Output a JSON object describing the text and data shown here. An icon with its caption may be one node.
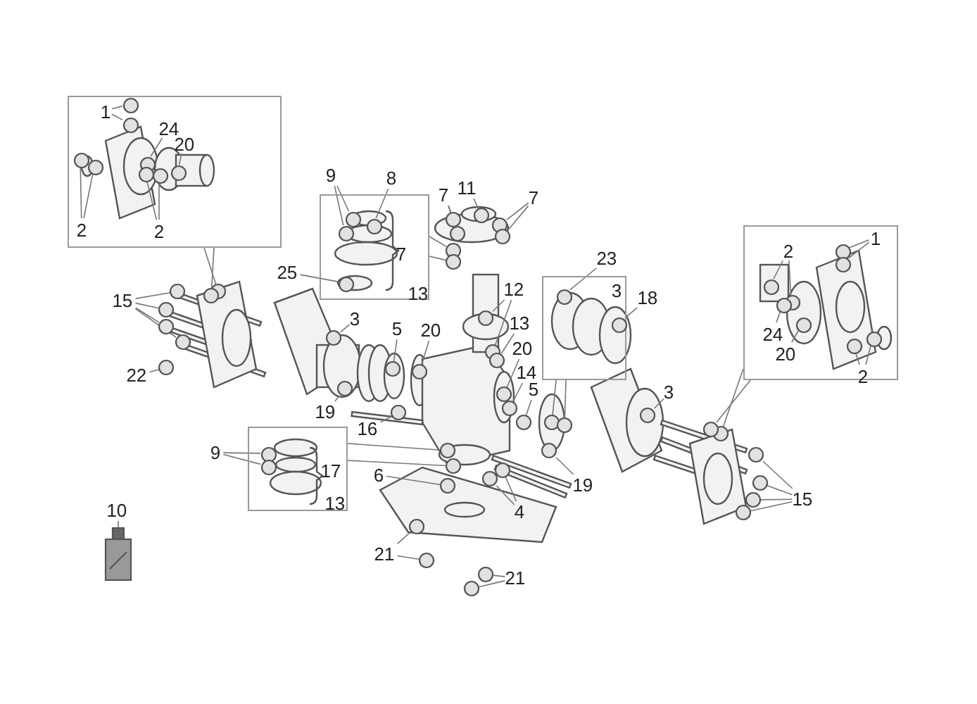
{
  "diagram": {
    "nodes": [
      {
        "text": [],
        "shape": "box"
      },
      {
        "text": [
          "1"
        ],
        "in": 0
      },
      {
        "text": [
          "24"
        ],
        "in": 0
      },
      {
        "text": [
          "20"
        ],
        "in": 0
      },
      {
        "text": [
          "2"
        ],
        "in": 0
      },
      {
        "text": [
          "2"
        ],
        "in": 0
      },
      {
        "text": [
          "9"
        ]
      },
      {
        "text": [
          "8"
        ]
      },
      {
        "text": [
          "13"
        ]
      },
      {
        "text": [
          "25"
        ]
      },
      {
        "text": [
          "7"
        ]
      },
      {
        "text": [
          "11"
        ]
      },
      {
        "text": [
          "7"
        ]
      },
      {
        "text": [],
        "shape": "box"
      },
      {
        "text": [
          "1"
        ],
        "in": 13
      },
      {
        "text": [
          "2"
        ],
        "in": 13
      },
      {
        "text": [
          "24"
        ],
        "in": 13
      },
      {
        "text": [
          "20"
        ],
        "in": 13
      },
      {
        "text": [
          "2"
        ],
        "in": 13
      },
      {
        "text": [
          "23"
        ]
      },
      {
        "text": [
          "3"
        ]
      },
      {
        "text": [
          "18"
        ]
      },
      {
        "text": [
          "15"
        ]
      },
      {
        "text": [
          "12"
        ]
      },
      {
        "text": [
          "13"
        ]
      },
      {
        "text": [
          "3"
        ]
      },
      {
        "text": [
          "5"
        ]
      },
      {
        "text": [
          "20"
        ]
      },
      {
        "text": [
          "20"
        ]
      },
      {
        "text": [
          "22"
        ]
      },
      {
        "text": [
          "14"
        ]
      },
      {
        "text": [
          "5"
        ]
      },
      {
        "text": [
          "3"
        ]
      },
      {
        "text": [
          "19"
        ]
      },
      {
        "text": [
          "16"
        ]
      },
      {
        "text": [
          "13"
        ]
      },
      {
        "text": [
          "9"
        ]
      },
      {
        "text": [
          "6"
        ]
      },
      {
        "text": [
          "15"
        ]
      },
      {
        "text": [
          "19"
        ]
      },
      {
        "text": [
          "4"
        ]
      },
      {
        "text": [
          "10"
        ]
      },
      {
        "text": [
          "21"
        ]
      },
      {
        "text": [
          "21"
        ]
      },
      {
        "text": [],
        "shape": "circle",
        "in": 0
      },
      {
        "text": [],
        "shape": "circle",
        "in": 0
      },
      {
        "text": [],
        "shape": "circle",
        "in": 0
      },
      {
        "text": [],
        "shape": "circle",
        "in": 0
      },
      {
        "text": [],
        "shape": "circle",
        "in": 0
      },
      {
        "text": [],
        "shape": "circle",
        "in": 0
      },
      {
        "text": [],
        "shape": "circle",
        "in": 0
      },
      {
        "text": [],
        "shape": "circle",
        "in": 0
      },
      {
        "text": [],
        "shape": "circle"
      },
      {
        "text": [],
        "shape": "circle"
      },
      {
        "text": [],
        "shape": "circle",
        "in": 8
      },
      {
        "text": [],
        "shape": "circle",
        "in": 8
      },
      {
        "text": [],
        "shape": "circle",
        "in": 8
      },
      {
        "text": [],
        "shape": "circle"
      },
      {
        "text": [],
        "shape": "circle"
      },
      {
        "text": [],
        "shape": "circle",
        "in": 8
      },
      {
        "text": [],
        "shape": "circle"
      },
      {
        "text": [],
        "shape": "circle"
      },
      {
        "text": [],
        "shape": "circle"
      },
      {
        "text": [],
        "shape": "circle"
      },
      {
        "text": [],
        "shape": "circle"
      },
      {
        "text": [],
        "shape": "circle"
      },
      {
        "text": [],
        "shape": "circle"
      },
      {
        "text": [],
        "shape": "circle",
        "in": 13
      },
      {
        "text": [],
        "shape": "circle",
        "in": 13
      },
      {
        "text": [],
        "shape": "circle",
        "in": 13
      },
      {
        "text": [],
        "shape": "circle",
        "in": 13
      },
      {
        "text": [],
        "shape": "circle",
        "in": 13
      },
      {
        "text": [],
        "shape": "circle",
        "in": 13
      },
      {
        "text": [],
        "shape": "circle",
        "in": 13
      },
      {
        "text": [],
        "shape": "circle",
        "in": 13
      },
      {
        "text": [],
        "shape": "circle",
        "in": 20
      },
      {
        "text": [],
        "shape": "circle"
      },
      {
        "text": [],
        "shape": "circle"
      },
      {
        "text": [],
        "shape": "circle",
        "in": 20
      },
      {
        "text": [],
        "shape": "circle"
      },
      {
        "text": [],
        "shape": "circle"
      },
      {
        "text": [],
        "shape": "circle"
      },
      {
        "text": [],
        "shape": "circle"
      },
      {
        "text": [],
        "shape": "circle"
      },
      {
        "text": [],
        "shape": "circle"
      },
      {
        "text": [],
        "shape": "circle"
      },
      {
        "text": [],
        "shape": "circle"
      },
      {
        "text": [],
        "shape": "circle"
      },
      {
        "text": [],
        "shape": "circle"
      },
      {
        "text": [],
        "shape": "circle"
      },
      {
        "text": [],
        "shape": "circle"
      },
      {
        "text": [],
        "shape": "circle"
      },
      {
        "text": [],
        "shape": "circle"
      },
      {
        "text": [],
        "shape": "circle"
      },
      {
        "text": [],
        "shape": "circle"
      },
      {
        "text": [],
        "shape": "circle"
      },
      {
        "text": [],
        "shape": "circle"
      },
      {
        "text": [],
        "shape": "circle"
      },
      {
        "text": [],
        "shape": "circle",
        "in": 35
      },
      {
        "text": [],
        "shape": "circle",
        "in": 35
      },
      {
        "text": [],
        "shape": "circle"
      },
      {
        "text": [],
        "shape": "circle"
      },
      {
        "text": [],
        "shape": "circle"
      },
      {
        "text": [],
        "shape": "circle"
      },
      {
        "text": [],
        "shape": "circle"
      },
      {
        "text": [],
        "shape": "circle"
      },
      {
        "text": [],
        "shape": "circle"
      },
      {
        "text": [],
        "shape": "circle"
      },
      {
        "text": [],
        "shape": "bottle"
      },
      {
        "text": [],
        "shape": "circle"
      },
      {
        "text": [],
        "shape": "circle"
      },
      {
        "text": [],
        "shape": "circle"
      },
      {
        "text": [],
        "shape": "circle"
      }
    ],
    "edges": [
      {
        "from": 1,
        "to": 44,
        "arrow": "none"
      },
      {
        "from": 1,
        "to": 45,
        "arrow": "none"
      },
      {
        "from": 2,
        "to": 46,
        "arrow": "none"
      },
      {
        "from": 3,
        "to": 47,
        "arrow": "none"
      },
      {
        "from": 4,
        "to": 48,
        "arrow": "none"
      },
      {
        "from": 4,
        "to": 49,
        "arrow": "none"
      },
      {
        "from": 5,
        "to": 50,
        "arrow": "none"
      },
      {
        "from": 5,
        "to": 51,
        "arrow": "none"
      },
      {
        "from": 0,
        "to": 52,
        "arrow": "none"
      },
      {
        "from": 0,
        "to": 53,
        "arrow": "none"
      },
      {
        "from": 6,
        "to": 54,
        "arrow": "none"
      },
      {
        "from": 6,
        "to": 55,
        "arrow": "none"
      },
      {
        "from": 7,
        "to": 56,
        "arrow": "none"
      },
      {
        "from": 8,
        "to": 57,
        "arrow": "none"
      },
      {
        "from": 8,
        "to": 58,
        "arrow": "none"
      },
      {
        "from": 9,
        "to": 59,
        "arrow": "none"
      },
      {
        "from": 10,
        "to": 60,
        "arrow": "none"
      },
      {
        "from": 10,
        "to": 61,
        "arrow": "none"
      },
      {
        "from": 11,
        "to": 62,
        "arrow": "none"
      },
      {
        "from": 12,
        "to": 63,
        "arrow": "none"
      },
      {
        "from": 12,
        "to": 64,
        "arrow": "none"
      },
      {
        "from": 13,
        "to": 65,
        "arrow": "none"
      },
      {
        "from": 13,
        "to": 66,
        "arrow": "none"
      },
      {
        "from": 14,
        "to": 67,
        "arrow": "none"
      },
      {
        "from": 14,
        "to": 68,
        "arrow": "none"
      },
      {
        "from": 15,
        "to": 69,
        "arrow": "none"
      },
      {
        "from": 15,
        "to": 70,
        "arrow": "none"
      },
      {
        "from": 16,
        "to": 71,
        "arrow": "none"
      },
      {
        "from": 17,
        "to": 72,
        "arrow": "none"
      },
      {
        "from": 18,
        "to": 73,
        "arrow": "none"
      },
      {
        "from": 18,
        "to": 74,
        "arrow": "none"
      },
      {
        "from": 19,
        "to": 75,
        "arrow": "none"
      },
      {
        "from": 20,
        "to": 76,
        "arrow": "none"
      },
      {
        "from": 20,
        "to": 77,
        "arrow": "none"
      },
      {
        "from": 21,
        "to": 78,
        "arrow": "none"
      },
      {
        "from": 22,
        "to": 79,
        "arrow": "none"
      },
      {
        "from": 22,
        "to": 80,
        "arrow": "none"
      },
      {
        "from": 22,
        "to": 81,
        "arrow": "none"
      },
      {
        "from": 22,
        "to": 82,
        "arrow": "none"
      },
      {
        "from": 23,
        "to": 83,
        "arrow": "none"
      },
      {
        "from": 23,
        "to": 84,
        "arrow": "none"
      },
      {
        "from": 24,
        "to": 85,
        "arrow": "none"
      },
      {
        "from": 25,
        "to": 86,
        "arrow": "none"
      },
      {
        "from": 26,
        "to": 87,
        "arrow": "none"
      },
      {
        "from": 27,
        "to": 88,
        "arrow": "none"
      },
      {
        "from": 28,
        "to": 89,
        "arrow": "none"
      },
      {
        "from": 29,
        "to": 90,
        "arrow": "none"
      },
      {
        "from": 30,
        "to": 91,
        "arrow": "none"
      },
      {
        "from": 31,
        "to": 92,
        "arrow": "none"
      },
      {
        "from": 32,
        "to": 93,
        "arrow": "none"
      },
      {
        "from": 33,
        "to": 94,
        "arrow": "none"
      },
      {
        "from": 34,
        "to": 95,
        "arrow": "none"
      },
      {
        "from": 35,
        "to": 96,
        "arrow": "none"
      },
      {
        "from": 35,
        "to": 97,
        "arrow": "none"
      },
      {
        "from": 36,
        "to": 98,
        "arrow": "none"
      },
      {
        "from": 36,
        "to": 99,
        "arrow": "none"
      },
      {
        "from": 37,
        "to": 100,
        "arrow": "none"
      },
      {
        "from": 38,
        "to": 101,
        "arrow": "none"
      },
      {
        "from": 38,
        "to": 102,
        "arrow": "none"
      },
      {
        "from": 38,
        "to": 103,
        "arrow": "none"
      },
      {
        "from": 38,
        "to": 104,
        "arrow": "none"
      },
      {
        "from": 39,
        "to": 105,
        "arrow": "none"
      },
      {
        "from": 40,
        "to": 106,
        "arrow": "none"
      },
      {
        "from": 40,
        "to": 107,
        "arrow": "none"
      },
      {
        "from": 41,
        "to": 108,
        "arrow": "none"
      },
      {
        "from": 42,
        "to": 109,
        "arrow": "none"
      },
      {
        "from": 42,
        "to": 110,
        "arrow": "none"
      },
      {
        "from": 43,
        "to": 111,
        "arrow": "none"
      },
      {
        "from": 43,
        "to": 112,
        "arrow": "none"
      }
    ],
    "labels": [
      "7",
      "17"
    ]
  }
}
